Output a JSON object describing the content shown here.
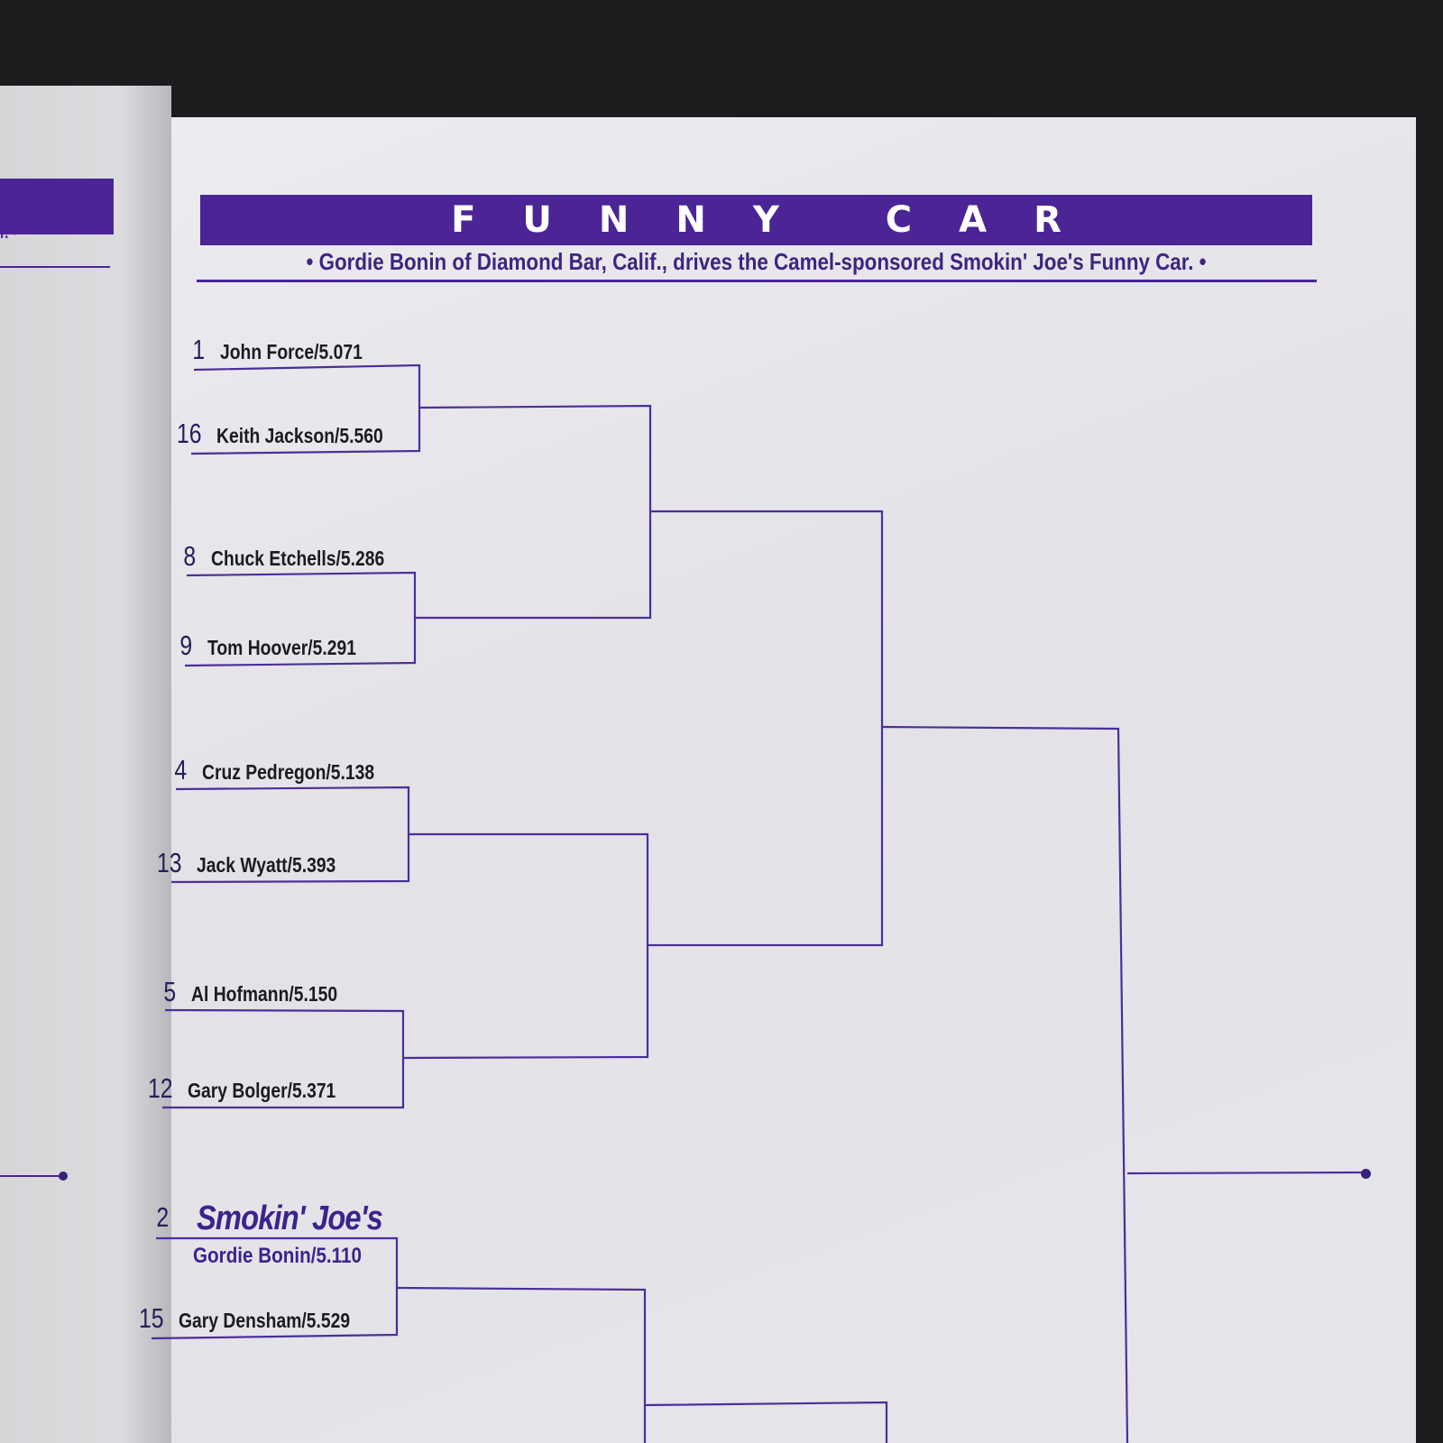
{
  "left_page": {
    "caption_end": "r. •"
  },
  "header": {
    "title": "FUNNY CAR",
    "caption": "• Gordie Bonin of Diamond Bar, Calif., drives the Camel-sponsored Smokin' Joe's Funny Car. •"
  },
  "bracket": {
    "entries": [
      {
        "seed": "1",
        "racer": "John Force/5.071"
      },
      {
        "seed": "16",
        "racer": "Keith Jackson/5.560"
      },
      {
        "seed": "8",
        "racer": "Chuck Etchells/5.286"
      },
      {
        "seed": "9",
        "racer": "Tom Hoover/5.291"
      },
      {
        "seed": "4",
        "racer": "Cruz Pedregon/5.138"
      },
      {
        "seed": "13",
        "racer": "Jack Wyatt/5.393"
      },
      {
        "seed": "5",
        "racer": "Al Hofmann/5.150"
      },
      {
        "seed": "12",
        "racer": "Gary Bolger/5.371"
      },
      {
        "seed": "2",
        "sponsor": "Smokin' Joe's",
        "racer": "Gordie Bonin/5.110"
      },
      {
        "seed": "15",
        "racer": "Gary Densham/5.529"
      }
    ]
  },
  "colors": {
    "accent": "#4b2596",
    "line": "#4a2f9a",
    "text": "#1b1b22"
  }
}
